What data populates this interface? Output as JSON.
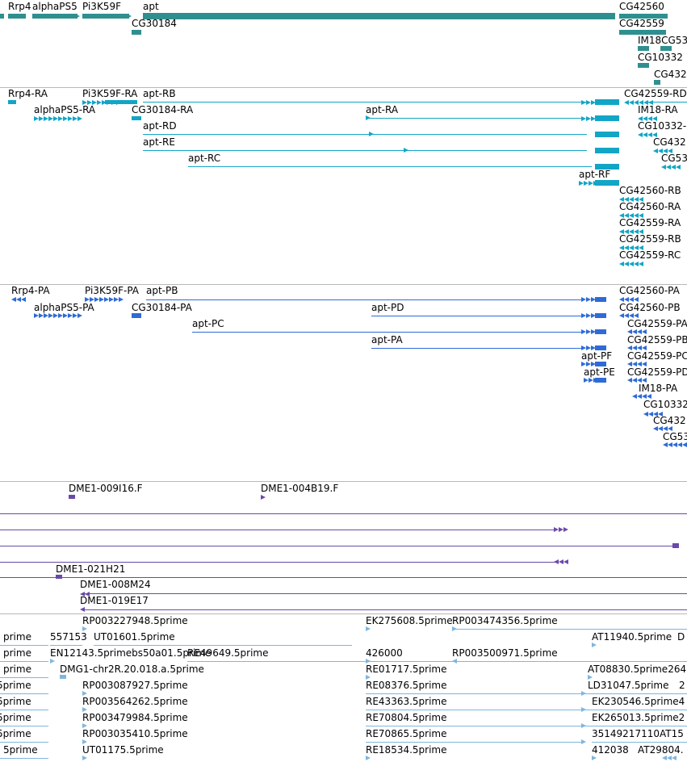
{
  "colors": {
    "gene": "#2f8f8f",
    "transcript": "#12a5c6",
    "protein": "#2e6bd6",
    "clone": "#6a4aa8",
    "est": "#7fb6dd",
    "separator": "#b8b8b8"
  },
  "tracks": [
    {
      "name": "genes-track",
      "color": "gene",
      "features": [
        {
          "label": "Rrp4"
        },
        {
          "label": "alphaPS5"
        },
        {
          "label": "Pi3K59F"
        },
        {
          "label": "apt"
        },
        {
          "label": "CG42560"
        },
        {
          "label": "CG30184"
        },
        {
          "label": "CG42559"
        },
        {
          "label": "IM18CG53"
        },
        {
          "label": "CG10332"
        },
        {
          "label": "CG432"
        }
      ]
    },
    {
      "name": "transcripts-track",
      "color": "transcript",
      "features": [
        {
          "label": "Rrp4-RA"
        },
        {
          "label": "Pi3K59F-RA"
        },
        {
          "label": "apt-RB"
        },
        {
          "label": "CG42559-RD"
        },
        {
          "label": "alphaPS5-RA"
        },
        {
          "label": "CG30184-RA"
        },
        {
          "label": "apt-RA"
        },
        {
          "label": "IM18-RA"
        },
        {
          "label": "apt-RD"
        },
        {
          "label": "CG10332-"
        },
        {
          "label": "apt-RE"
        },
        {
          "label": "CG432"
        },
        {
          "label": "apt-RC"
        },
        {
          "label": "CG53"
        },
        {
          "label": "apt-RF"
        },
        {
          "label": "CG42560-RB"
        },
        {
          "label": "CG42560-RA"
        },
        {
          "label": "CG42559-RA"
        },
        {
          "label": "CG42559-RB"
        },
        {
          "label": "CG42559-RC"
        }
      ]
    },
    {
      "name": "proteins-track",
      "color": "protein",
      "features": [
        {
          "label": "Rrp4-PA"
        },
        {
          "label": "Pi3K59F-PA"
        },
        {
          "label": "apt-PB"
        },
        {
          "label": "CG42560-PA"
        },
        {
          "label": "alphaPS5-PA"
        },
        {
          "label": "CG30184-PA"
        },
        {
          "label": "apt-PD"
        },
        {
          "label": "CG42560-PB"
        },
        {
          "label": "apt-PC"
        },
        {
          "label": "CG42559-PA"
        },
        {
          "label": "CG42559-PB"
        },
        {
          "label": "apt-PA"
        },
        {
          "label": "apt-PF"
        },
        {
          "label": "CG42559-PC"
        },
        {
          "label": "apt-PE"
        },
        {
          "label": "CG42559-PD"
        },
        {
          "label": "IM18-PA"
        },
        {
          "label": "CG10332"
        },
        {
          "label": "CG432"
        },
        {
          "label": "CG53"
        }
      ]
    },
    {
      "name": "clones-track",
      "color": "clone",
      "features": [
        {
          "label": "DME1-009I16.F"
        },
        {
          "label": "DME1-004B19.F"
        },
        {
          "label": "DME1-021H21"
        },
        {
          "label": "DME1-008M24"
        },
        {
          "label": "DME1-019E17"
        }
      ]
    },
    {
      "name": "est-track",
      "color": "est",
      "features": [
        {
          "label": "RP003227948.5prime"
        },
        {
          "label": "EK275608.5prime"
        },
        {
          "label": "RP003474356.5prime"
        },
        {
          "label": "prime"
        },
        {
          "label": "557153"
        },
        {
          "label": "UT01601.5prime"
        },
        {
          "label": "AT11940.5prime"
        },
        {
          "label": "D"
        },
        {
          "label": "prime"
        },
        {
          "label": "EN12143.5primebs50a01.5prime"
        },
        {
          "label": "RE49649.5prime"
        },
        {
          "label": "426000"
        },
        {
          "label": "RP003500971.5prime"
        },
        {
          "label": "prime"
        },
        {
          "label": "DMG1-chr2R.20.018.a.5prime"
        },
        {
          "label": "RE01717.5prime"
        },
        {
          "label": "AT08830.5prime264"
        },
        {
          "label": "5prime"
        },
        {
          "label": "RP003087927.5prime"
        },
        {
          "label": "RE08376.5prime"
        },
        {
          "label": "LD31047.5prime"
        },
        {
          "label": "2"
        },
        {
          "label": "5prime"
        },
        {
          "label": "RP003564262.5prime"
        },
        {
          "label": "RE43363.5prime"
        },
        {
          "label": "EK230546.5prime4"
        },
        {
          "label": "5prime"
        },
        {
          "label": "RP003479984.5prime"
        },
        {
          "label": "RE70804.5prime"
        },
        {
          "label": "EK265013.5prime2"
        },
        {
          "label": "5prime"
        },
        {
          "label": "RP003035410.5prime"
        },
        {
          "label": "RE70865.5prime"
        },
        {
          "label": "35149217110AT15"
        },
        {
          "label": "5prime"
        },
        {
          "label": "UT01175.5prime"
        },
        {
          "label": "RE18534.5prime"
        },
        {
          "label": "412038"
        },
        {
          "label": "AT29804."
        }
      ]
    }
  ]
}
